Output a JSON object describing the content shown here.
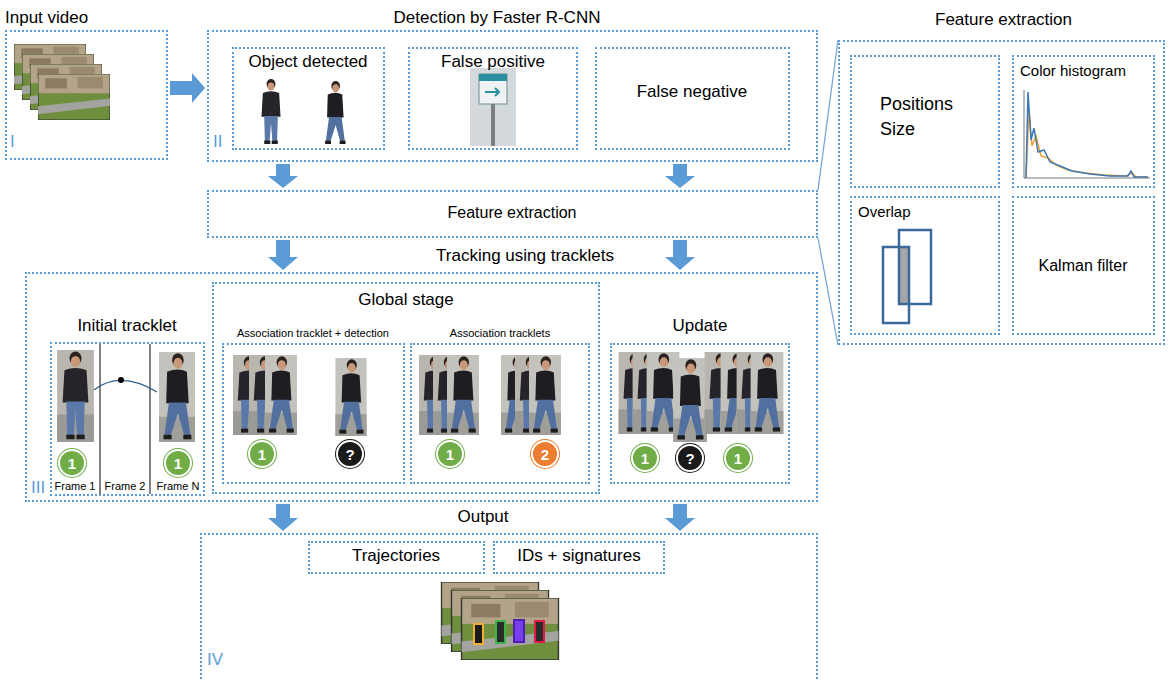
{
  "diagram": {
    "nodes": [
      {
        "text": [
          "Input video",
          "I"
        ]
      },
      {
        "text": [
          "Detection by Faster R-CNN",
          "II"
        ]
      },
      {
        "text": [
          "Object detected"
        ],
        "in": 1
      },
      {
        "text": [
          "False positive"
        ],
        "in": 1
      },
      {
        "text": [
          "False negative"
        ],
        "in": 1
      },
      {
        "text": [
          "Feature extraction"
        ]
      },
      {
        "text": [
          "Positions Size"
        ],
        "in": 5
      },
      {
        "text": [
          "Color histogram"
        ],
        "in": 5
      },
      {
        "text": [
          "Overlap"
        ],
        "in": 5
      },
      {
        "text": [
          "Kalman filter"
        ],
        "in": 5
      },
      {
        "text": [
          "Feature extraction"
        ]
      },
      {
        "text": [
          "Tracking using tracklets",
          "III"
        ]
      },
      {
        "text": [
          "Initial tracklet"
        ],
        "in": 11
      },
      {
        "text": [
          "1"
        ],
        "in": 12
      },
      {
        "text": [
          "1"
        ],
        "in": 12
      },
      {
        "text": [
          "Global stage"
        ],
        "in": 11
      },
      {
        "text": [
          "Association tracklet + detection"
        ],
        "in": 15
      },
      {
        "text": [
          "1"
        ],
        "in": 16
      },
      {
        "text": [
          "?"
        ],
        "in": 16
      },
      {
        "text": [
          "Association tracklets"
        ],
        "in": 15
      },
      {
        "text": [
          "1"
        ],
        "in": 19
      },
      {
        "text": [
          "2"
        ],
        "in": 19
      },
      {
        "text": [
          "Update"
        ],
        "in": 11
      },
      {
        "text": [
          "1"
        ],
        "in": 22
      },
      {
        "text": [
          "?"
        ],
        "in": 22
      },
      {
        "text": [
          "1"
        ],
        "in": 22
      },
      {
        "text": [
          "Output",
          "IV"
        ]
      },
      {
        "text": [
          "Trajectories"
        ],
        "in": 26
      },
      {
        "text": [
          "IDs + signatures"
        ],
        "in": 26
      }
    ],
    "edges": [
      {
        "from": 0,
        "to": 1,
        "arrow": "to"
      },
      {
        "from": 1,
        "to": 10,
        "arrow": "to"
      },
      {
        "from": 1,
        "to": 10,
        "arrow": "to"
      },
      {
        "from": 10,
        "to": 11,
        "arrow": "to"
      },
      {
        "from": 10,
        "to": 11,
        "arrow": "to"
      },
      {
        "from": 11,
        "to": 26,
        "arrow": "to"
      },
      {
        "from": 11,
        "to": 26,
        "arrow": "to"
      },
      {
        "from": 10,
        "to": 5,
        "arrow": "none"
      },
      {
        "from": 10,
        "to": 5,
        "arrow": "none"
      }
    ],
    "labels": [
      "Frame 1",
      "Frame 2",
      "Frame N"
    ]
  }
}
